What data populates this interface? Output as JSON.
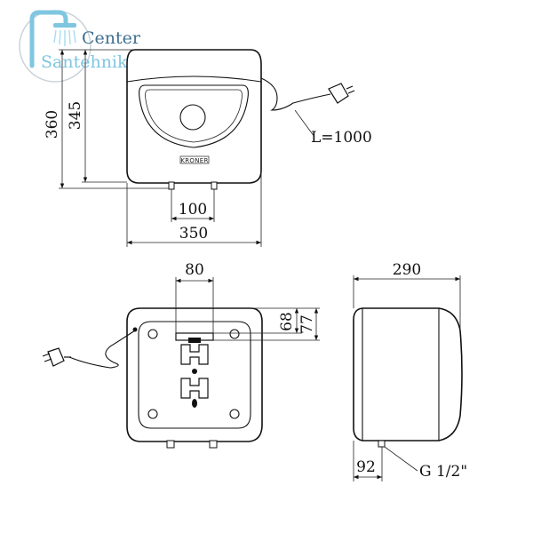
{
  "logo": {
    "line1": "Center",
    "line2": "Santehnika",
    "colors": {
      "main": "#3f6f8f",
      "accent": "#7fc6e0",
      "ring": "#c9d3da"
    }
  },
  "front_view": {
    "brand": "KRONER",
    "dimensions": {
      "total_height": "360",
      "body_height": "345",
      "cable_length": "L=1000",
      "pipe_spacing": "100",
      "width": "350"
    }
  },
  "back_view": {
    "dimensions": {
      "bracket_width": "80",
      "bracket_offset_a": "68",
      "bracket_offset_b": "77"
    }
  },
  "side_view": {
    "dimensions": {
      "depth": "290",
      "pipe_offset": "92",
      "thread": "G 1/2\""
    }
  }
}
